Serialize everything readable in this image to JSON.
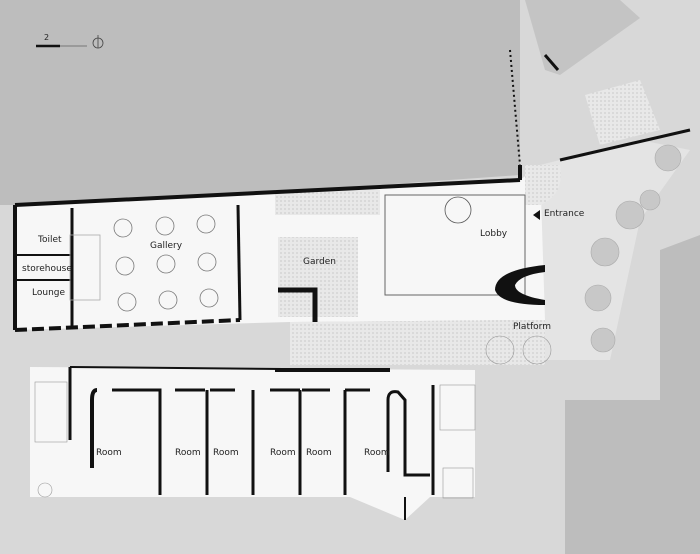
{
  "scale_bar": {
    "label": "2"
  },
  "north_arrow": {
    "icon": "north-arrow-icon"
  },
  "rooms": {
    "gallery": "Gallery",
    "toilet": "Toilet",
    "storehouse": "storehouse",
    "lounge": "Lounge",
    "garden": "Garden",
    "lobby": "Lobby",
    "entrance": "Entrance",
    "platform": "Platform",
    "room_1": "Room",
    "room_2": "Room",
    "room_3": "Room",
    "room_4": "Room",
    "room_5": "Room",
    "room_6": "Room"
  },
  "colors": {
    "background": "#d8d8d8",
    "neighbor_building": "#bdbdbd",
    "floor": "#f7f7f7",
    "wall": "#111111"
  }
}
